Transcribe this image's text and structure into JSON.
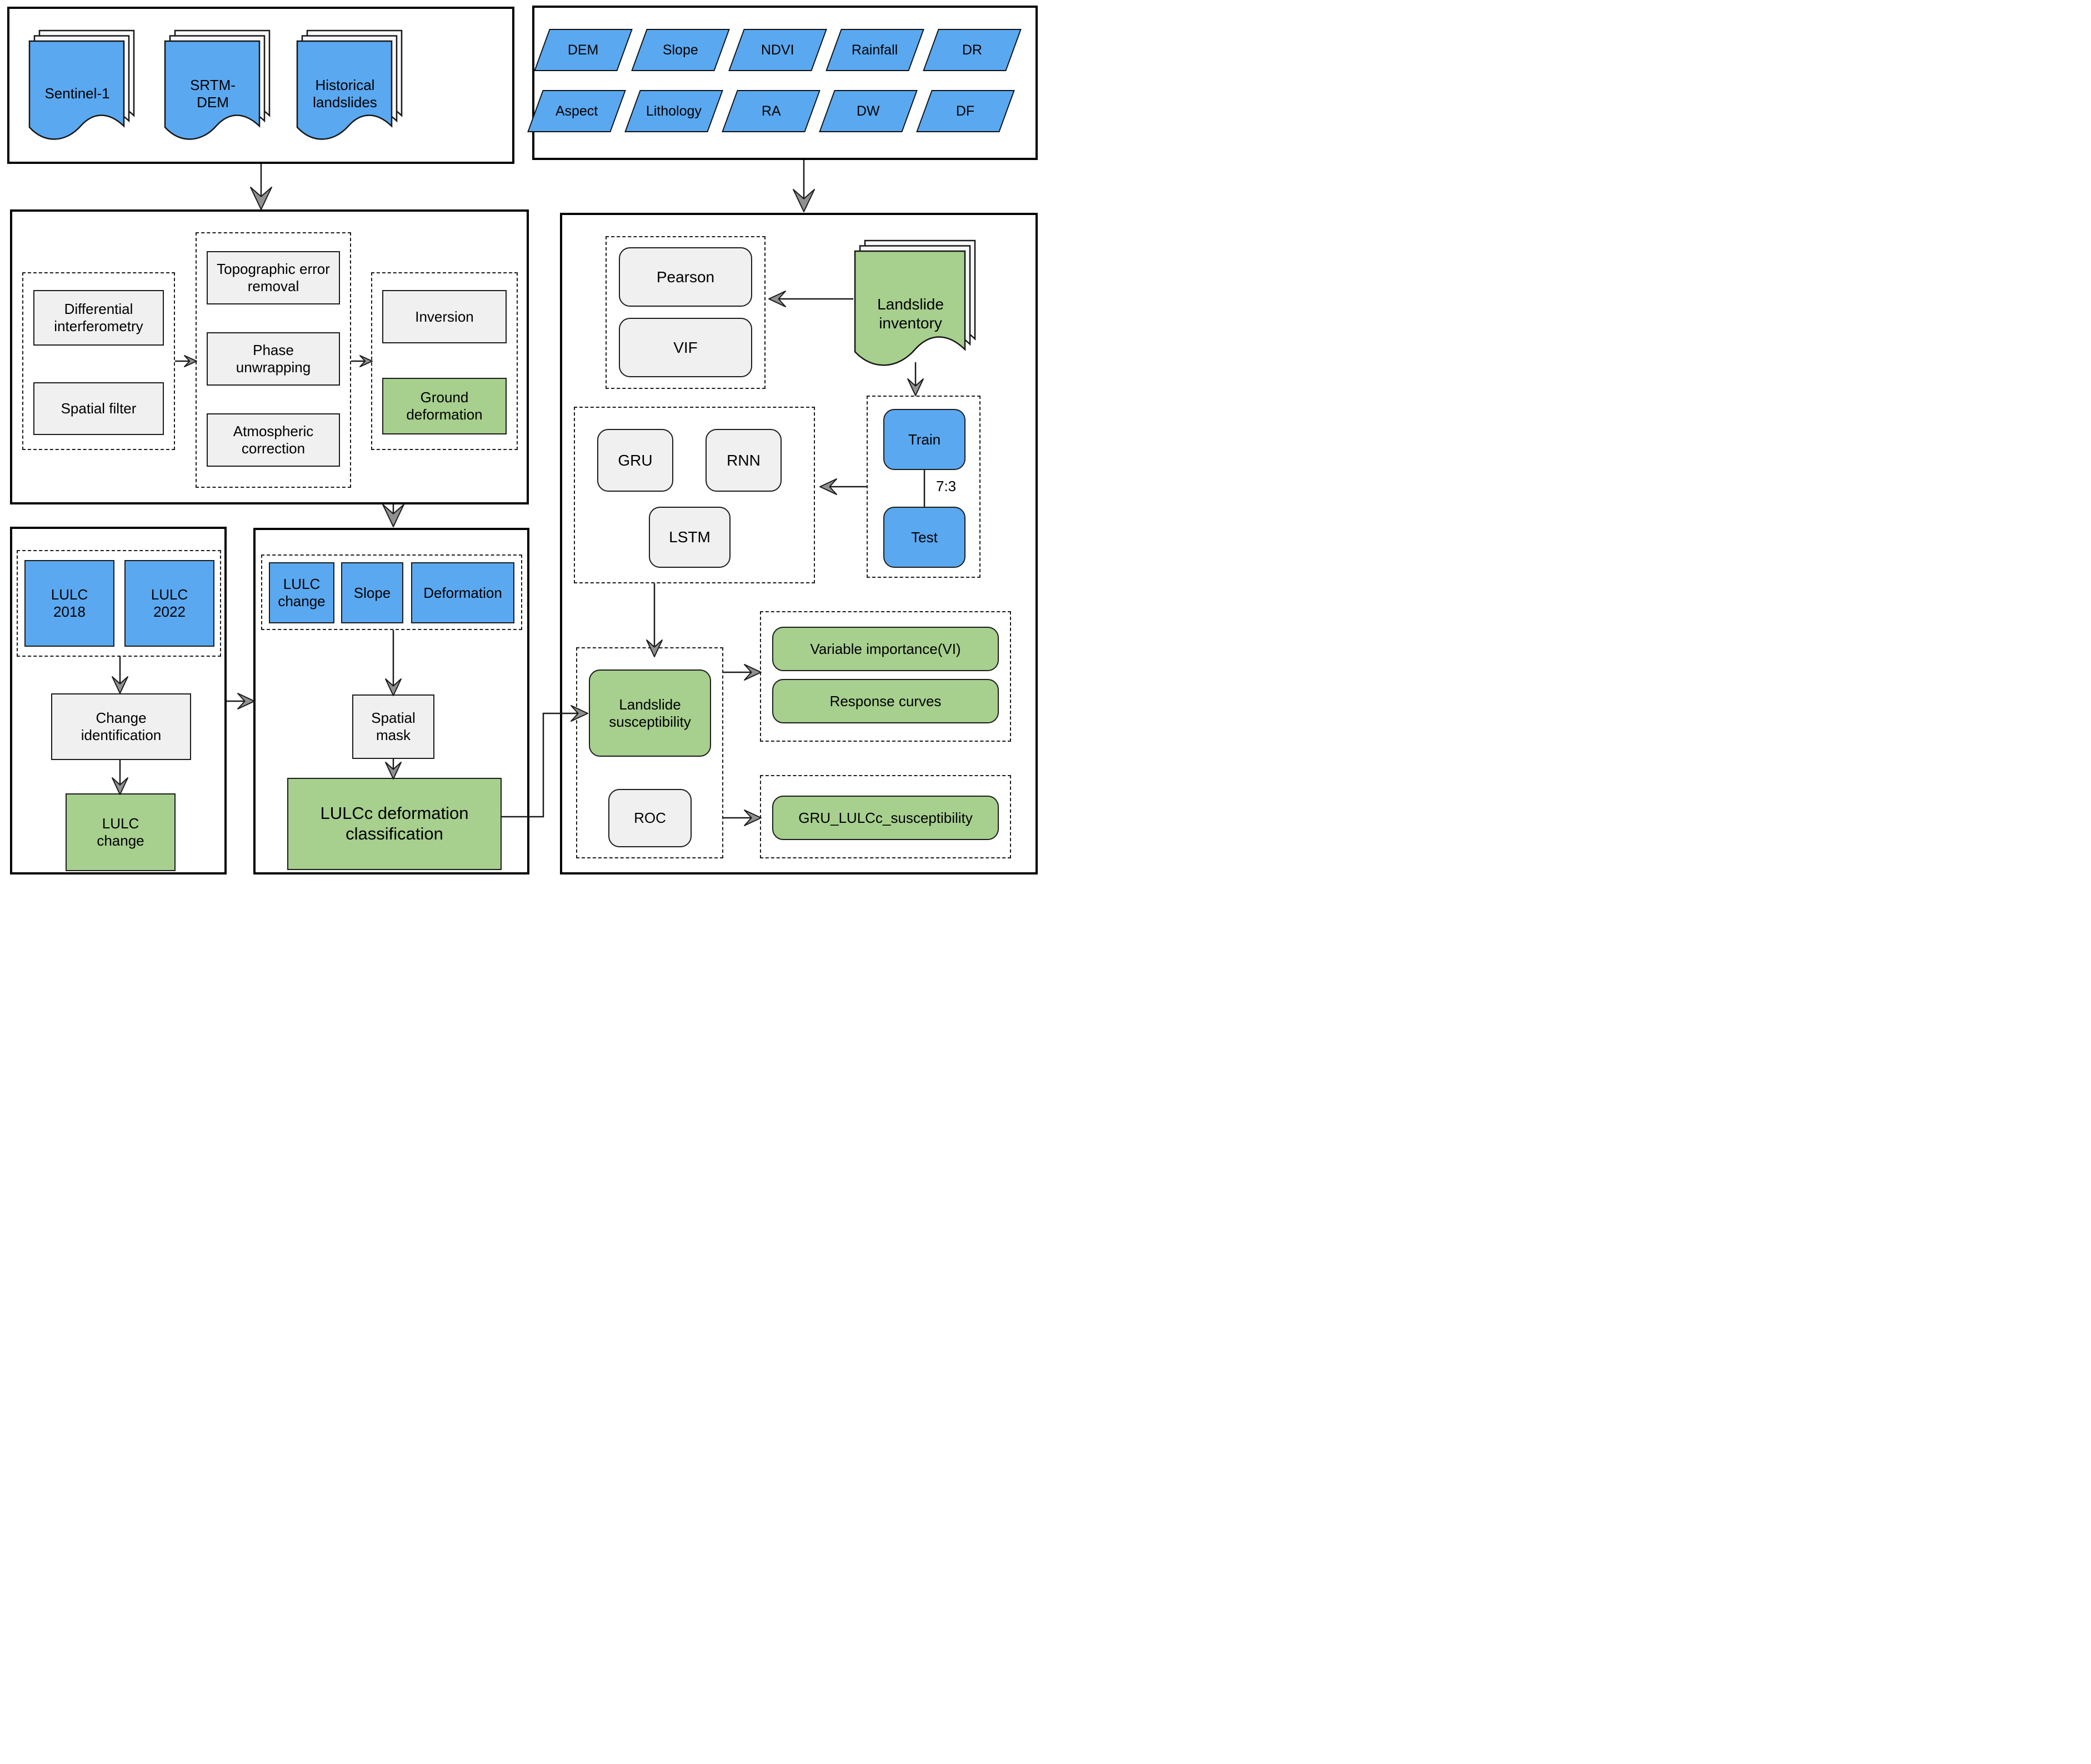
{
  "colors": {
    "blue": "#5aa8f0",
    "green": "#a7cf8e",
    "gray": "#f0f0f0",
    "arrow_fill": "#909090",
    "line": "#1a1a1a"
  },
  "top_left_panel": {
    "docs": [
      "Sentinel-1",
      "SRTM-\nDEM",
      "Historical landslides"
    ]
  },
  "top_right_panel": {
    "row1": [
      "DEM",
      "Slope",
      "NDVI",
      "Rainfall",
      "DR"
    ],
    "row2": [
      "Aspect",
      "Lithology",
      "RA",
      "DW",
      "DF"
    ]
  },
  "insar_panel": {
    "pre": [
      "Differential interferometry",
      "Spatial filter"
    ],
    "core": [
      "Topographic error removal",
      "Phase unwrapping",
      "Atmospheric correction"
    ],
    "out": [
      "Inversion",
      "Ground deformation"
    ]
  },
  "lulc_panel": {
    "years": [
      "LULC 2018",
      "LULC 2022"
    ],
    "change_identification": "Change identification",
    "lulc_change": "LULC\nchange"
  },
  "mask_panel": {
    "inputs": [
      "LULC change",
      "Slope",
      "Deformation"
    ],
    "spatial_mask": "Spatial mask",
    "classification": "LULCc deformation classification"
  },
  "model_panel": {
    "stats": [
      "Pearson",
      "VIF"
    ],
    "inventory": "Landslide inventory",
    "split": [
      "Train",
      "Test"
    ],
    "split_ratio": "7:3",
    "models": [
      "GRU",
      "RNN",
      "LSTM"
    ],
    "susceptibility": "Landslide susceptibility",
    "roc": "ROC",
    "interpretation": [
      "Variable importance(VI)",
      "Response curves"
    ],
    "final_output": "GRU_LULCc_susceptibility"
  }
}
